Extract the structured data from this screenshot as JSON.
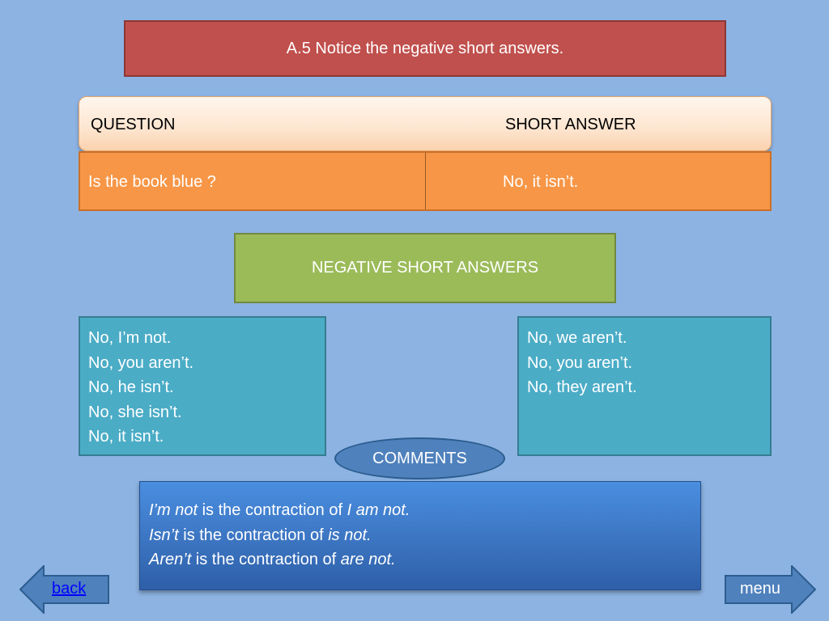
{
  "title": "A.5 Notice the negative short answers.",
  "table": {
    "header_question": "QUESTION",
    "header_answer": "SHORT ANSWER",
    "row_question": "Is the book blue ?",
    "row_answer": "No, it isn’t."
  },
  "section_heading": "NEGATIVE SHORT ANSWERS",
  "left_answers": [
    "No, I’m not.",
    "No, you aren’t.",
    "No, he isn’t.",
    "No, she isn’t.",
    "No, it isn’t."
  ],
  "right_answers": [
    "No, we aren’t.",
    "No, you aren’t.",
    "No, they aren’t."
  ],
  "comments_label": "COMMENTS",
  "comments": [
    {
      "term": "I’m not",
      "mid": " is the contraction of ",
      "full": "I am not."
    },
    {
      "term": "Isn’t",
      "mid": " is the contraction of ",
      "full": "is not."
    },
    {
      "term": "Aren’t",
      "mid": " is the contraction of ",
      "full": "are not."
    }
  ],
  "nav": {
    "back_label": "back",
    "menu_label": "menu"
  },
  "colors": {
    "background": "#8db3e2",
    "title_bg": "#c0504d",
    "row_bg": "#f79646",
    "green_bg": "#9bbb59",
    "teal_bg": "#4bacc6",
    "oval_bg": "#4f81bd",
    "arrow_bg": "#4f81bd"
  },
  "icons": {
    "back": "left-arrow-icon",
    "menu": "right-arrow-icon"
  }
}
